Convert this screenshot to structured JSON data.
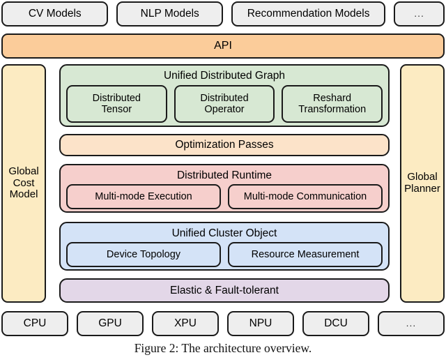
{
  "figure": {
    "caption": "Figure 2: The architecture overview.",
    "colors": {
      "model_box": "#eeeeee",
      "api": "#fbcc9a",
      "side_column": "#fcebc2",
      "unified_graph": "#d7e8d3",
      "optimization": "#fce3c9",
      "runtime": "#f6cfcc",
      "cluster": "#d4e3f7",
      "elastic": "#e3d7e8",
      "border": "#1a1a1a"
    }
  },
  "model_row": {
    "items": [
      {
        "label": "CV Models"
      },
      {
        "label": "NLP Models"
      },
      {
        "label": "Recommendation Models"
      },
      {
        "label": "..."
      }
    ]
  },
  "api": {
    "label": "API"
  },
  "side_columns": {
    "left": {
      "label": "Global\nCost\nModel"
    },
    "right": {
      "label": "Global\nPlanner"
    }
  },
  "stack": {
    "unified_graph": {
      "title": "Unified Distributed Graph",
      "children": [
        {
          "label": "Distributed\nTensor"
        },
        {
          "label": "Distributed\nOperator"
        },
        {
          "label": "Reshard\nTransformation"
        }
      ]
    },
    "optimization_passes": {
      "title": "Optimization Passes"
    },
    "distributed_runtime": {
      "title": "Distributed Runtime",
      "children": [
        {
          "label": "Multi-mode Execution"
        },
        {
          "label": "Multi-mode Communication"
        }
      ]
    },
    "unified_cluster_object": {
      "title": "Unified Cluster Object",
      "children": [
        {
          "label": "Device Topology"
        },
        {
          "label": "Resource Measurement"
        }
      ]
    },
    "elastic": {
      "title": "Elastic & Fault-tolerant"
    }
  },
  "hardware_row": {
    "items": [
      {
        "label": "CPU"
      },
      {
        "label": "GPU"
      },
      {
        "label": "XPU"
      },
      {
        "label": "NPU"
      },
      {
        "label": "DCU"
      },
      {
        "label": "..."
      }
    ]
  }
}
